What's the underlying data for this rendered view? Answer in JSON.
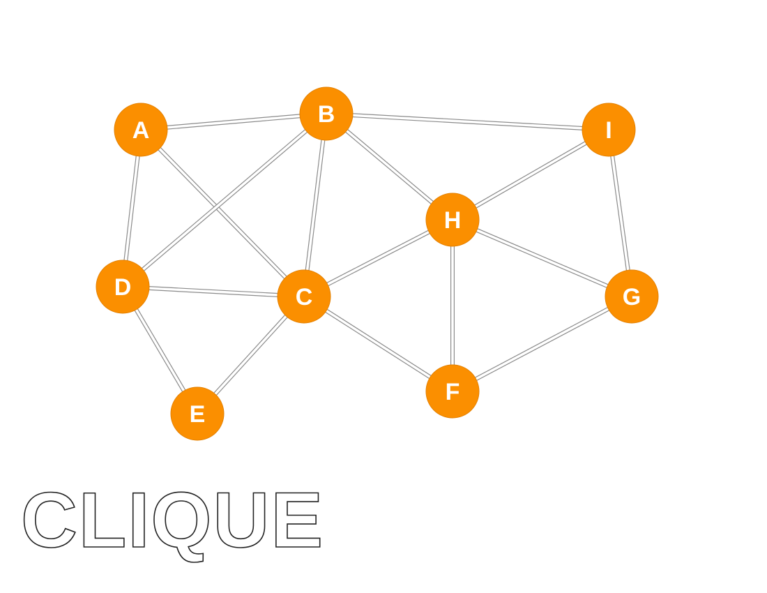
{
  "diagram": {
    "caption": "CLIQUE",
    "colors": {
      "node_fill": "#fb8f00",
      "node_label": "#ffffff",
      "edge_outline": "#8a8a8a",
      "edge_core": "#ffffff",
      "background": "#ffffff"
    },
    "nodes": [
      {
        "id": "A",
        "label": "A"
      },
      {
        "id": "B",
        "label": "B"
      },
      {
        "id": "I",
        "label": "I"
      },
      {
        "id": "H",
        "label": "H"
      },
      {
        "id": "D",
        "label": "D"
      },
      {
        "id": "C",
        "label": "C"
      },
      {
        "id": "G",
        "label": "G"
      },
      {
        "id": "F",
        "label": "F"
      },
      {
        "id": "E",
        "label": "E"
      }
    ],
    "edges": [
      {
        "from": "A",
        "to": "B"
      },
      {
        "from": "A",
        "to": "D"
      },
      {
        "from": "A",
        "to": "C"
      },
      {
        "from": "B",
        "to": "D"
      },
      {
        "from": "B",
        "to": "C"
      },
      {
        "from": "B",
        "to": "H"
      },
      {
        "from": "B",
        "to": "I"
      },
      {
        "from": "I",
        "to": "H"
      },
      {
        "from": "I",
        "to": "G"
      },
      {
        "from": "H",
        "to": "C"
      },
      {
        "from": "H",
        "to": "F"
      },
      {
        "from": "H",
        "to": "G"
      },
      {
        "from": "D",
        "to": "C"
      },
      {
        "from": "D",
        "to": "E"
      },
      {
        "from": "C",
        "to": "E"
      },
      {
        "from": "C",
        "to": "F"
      },
      {
        "from": "G",
        "to": "F"
      }
    ]
  }
}
